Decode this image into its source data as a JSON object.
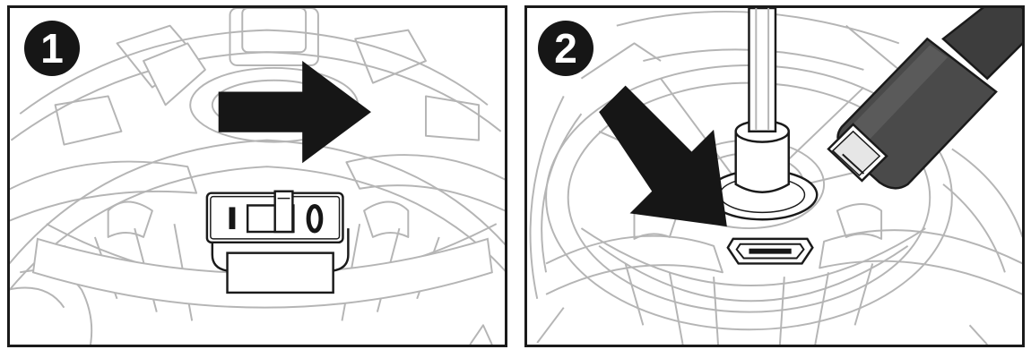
{
  "steps": [
    {
      "number": "1",
      "action": "slide-power-switch",
      "switch_positions": [
        "I",
        "O"
      ],
      "arrow_direction": "right"
    },
    {
      "number": "2",
      "action": "plug-in-usb-cable",
      "arrow_direction": "down-right"
    }
  ],
  "colors": {
    "ink": "#1a1a1a",
    "line_art": "#b5b5b5",
    "background": "#ffffff",
    "cable": "#3d3d3d"
  },
  "icons": [
    "power-switch-icon",
    "usb-port-icon",
    "usb-plug-icon",
    "direction-arrow-icon"
  ]
}
